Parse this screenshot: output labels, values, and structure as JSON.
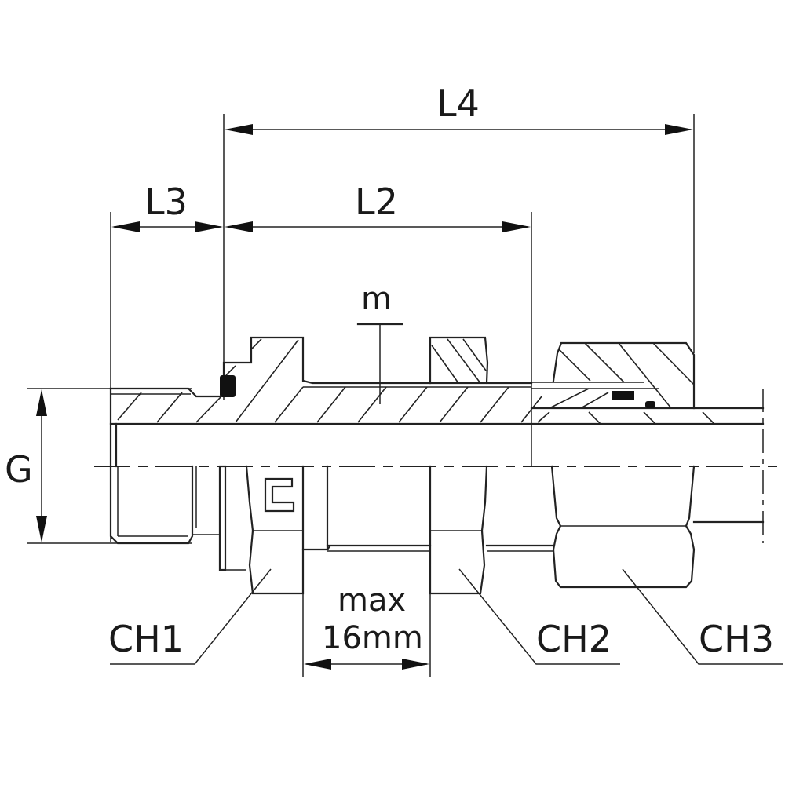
{
  "drawing": {
    "title": "Bulkhead fitting cross-section",
    "dimensions": {
      "L4": "L4",
      "L3": "L3",
      "L2": "L2",
      "G": "G",
      "m": "m",
      "max_line1": "max",
      "max_line2": "16mm"
    },
    "callouts": {
      "CH1": "CH1",
      "CH2": "CH2",
      "CH3": "CH3"
    },
    "colors": {
      "line": "#222222",
      "background": "#ffffff"
    }
  }
}
